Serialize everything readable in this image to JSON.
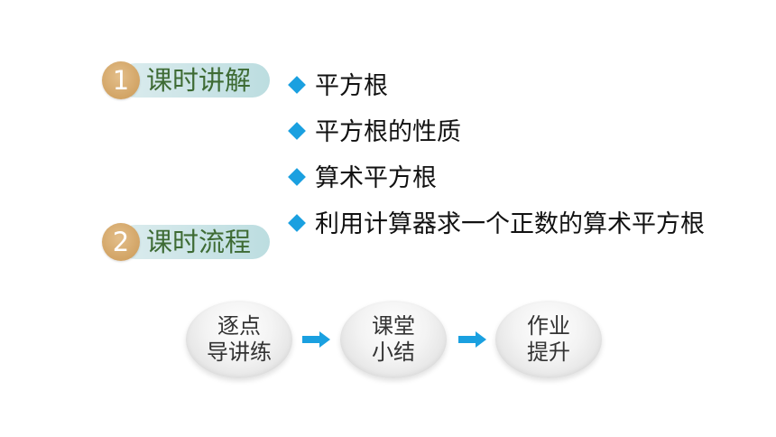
{
  "sections": [
    {
      "number": "1",
      "label": "课时讲解"
    },
    {
      "number": "2",
      "label": "课时流程"
    }
  ],
  "topics": [
    "平方根",
    "平方根的性质",
    "算术平方根",
    "利用计算器求一个正数的算术平方根"
  ],
  "flow": [
    {
      "line1": "逐点",
      "line2": "导讲练"
    },
    {
      "line1": "课堂",
      "line2": "小结"
    },
    {
      "line1": "作业",
      "line2": "提升"
    }
  ],
  "colors": {
    "accent_blue": "#1aa0e0",
    "number_badge": "#d2a465",
    "section_text": "#3e6b34",
    "pill_bg": "#c9e3e6"
  },
  "icons": {
    "bullet": "diamond-bullet-icon",
    "flow_arrow": "right-arrow-icon"
  }
}
